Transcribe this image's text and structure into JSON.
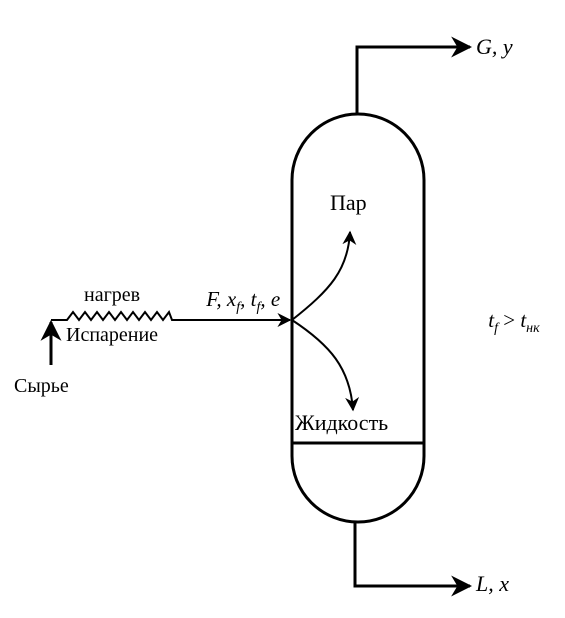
{
  "labels": {
    "feed": "Сырье",
    "heating": "нагрев",
    "evaporation": "Испарение",
    "feed_params": {
      "F": "F",
      "sep1": ", ",
      "x": "x",
      "x_sub": "f",
      "sep2": ", ",
      "t": "t",
      "t_sub": "f",
      "sep3": ", ",
      "e": "e"
    },
    "vapor": "Пар",
    "liquid": "Жидкость",
    "top_product": "G, y",
    "bottom_product": "L, x",
    "condition": {
      "t": "t",
      "t_sub": "f",
      "op": " > ",
      "t2": "t",
      "t2_sub": "нк"
    }
  }
}
